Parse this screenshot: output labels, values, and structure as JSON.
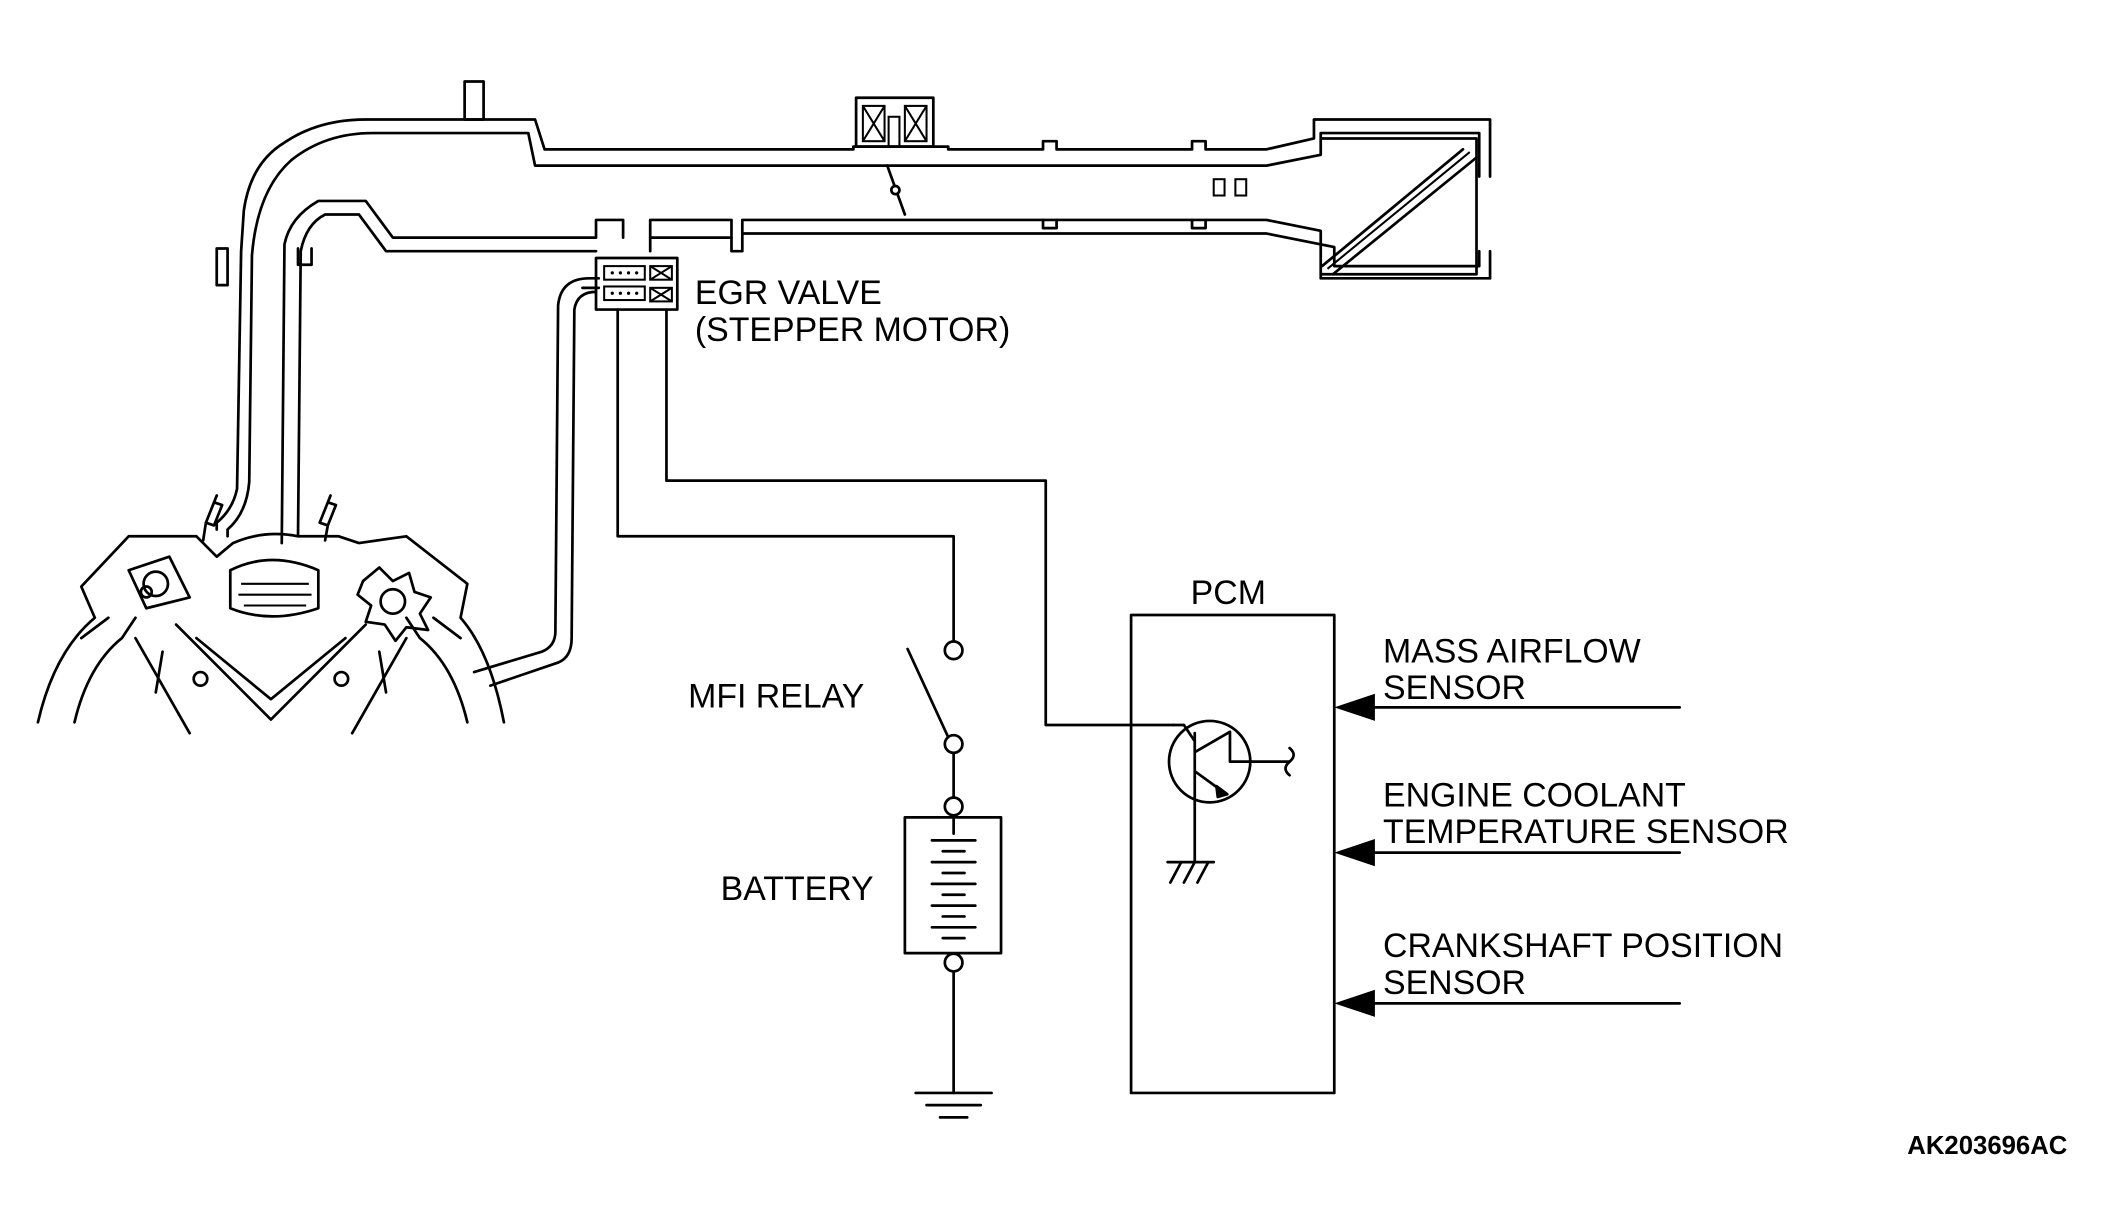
{
  "labels": {
    "egr_valve_line1": "EGR VALVE",
    "egr_valve_line2": "(STEPPER MOTOR)",
    "mfi_relay": "MFI RELAY",
    "battery": "BATTERY",
    "pcm": "PCM",
    "mass_airflow_line1": "MASS AIRFLOW",
    "mass_airflow_line2": "SENSOR",
    "coolant_line1": "ENGINE COOLANT",
    "coolant_line2": "TEMPERATURE SENSOR",
    "crankshaft_line1": "CRANKSHAFT POSITION",
    "crankshaft_line2": "SENSOR"
  },
  "figure_code": "AK203696AC",
  "icons": [
    "engine-icon",
    "intake-manifold",
    "egr-valve-icon",
    "relay-switch-icon",
    "battery-icon",
    "ground-icon",
    "transistor-icon",
    "air-cleaner-icon",
    "throttle-valve-icon"
  ]
}
